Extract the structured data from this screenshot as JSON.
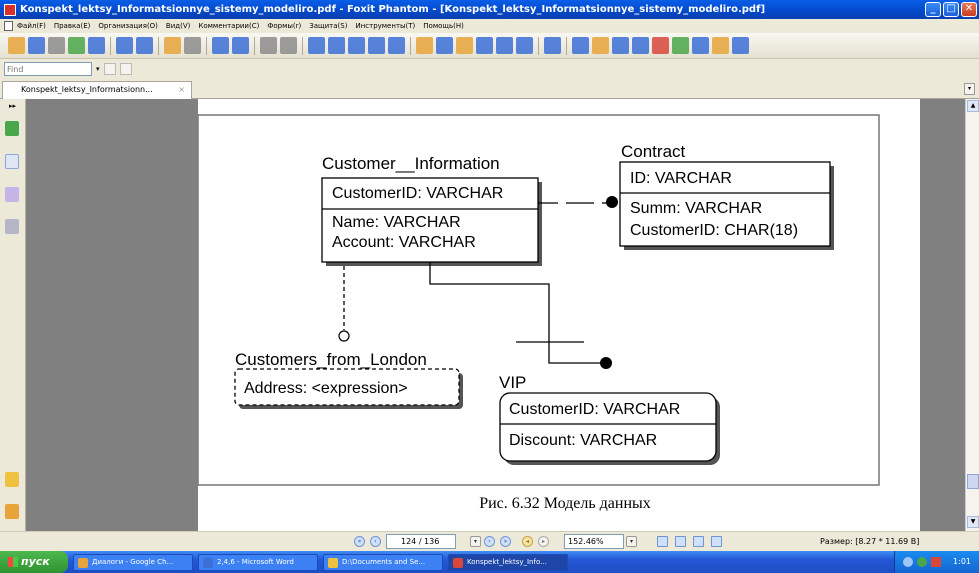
{
  "window": {
    "title": "Konspekt_lektsy_Informatsionnye_sistemy_modeliro.pdf - Foxit Phantom - [Konspekt_lektsy_Informatsionnye_sistemy_modeliro.pdf]",
    "controls": {
      "minimize": "_",
      "maximize": "□",
      "close": "✕"
    }
  },
  "menu": [
    "Файл(F)",
    "Правка(E)",
    "Организация(O)",
    "Вид(V)",
    "Комментарии(C)",
    "Формы(r)",
    "Защита(S)",
    "Инструменты(T)",
    "Помощь(H)"
  ],
  "toolbar": {
    "icons": [
      "open-icon",
      "save-icon",
      "print-icon",
      "email-icon",
      "scan-icon",
      "prev-page-icon",
      "next-page-icon",
      "back-icon",
      "forward-icon",
      "insert-page-icon",
      "extract-page-icon",
      "undo-icon",
      "redo-icon",
      "zoom-in-icon",
      "fit-page-icon",
      "fit-width-icon",
      "zoom-out-icon",
      "zoom-plus-icon",
      "hand-icon",
      "select-text-icon",
      "select-icon",
      "find-icon",
      "typewriter-icon",
      "snapshot-icon",
      "note-icon",
      "pencil-icon",
      "stamp-icon",
      "link-icon",
      "lock-icon",
      "edit-icon",
      "form-icon",
      "text-icon",
      "comment-icon",
      "arrow-icon"
    ],
    "colors": {
      "blue": "#3b6fd6",
      "orange": "#e8a33a",
      "green": "#4aa64a",
      "red": "#d8473a",
      "gray": "#8c8c8c"
    }
  },
  "find": {
    "placeholder": "Find"
  },
  "tab": {
    "label": "Konspekt_lektsy_Informatsionn...",
    "close": "×"
  },
  "diagram": {
    "entities": {
      "customer_info": {
        "name": "Customer__Information",
        "key": "CustomerID: VARCHAR",
        "attrs": [
          "Name: VARCHAR",
          "Account: VARCHAR"
        ]
      },
      "contract": {
        "name": "Contract",
        "key": "ID: VARCHAR",
        "attrs": [
          "Summ: VARCHAR",
          "CustomerID: CHAR(18)"
        ]
      },
      "london": {
        "name": "Customers_from_London",
        "attr": "Address: <expression>"
      },
      "vip": {
        "name": "VIP",
        "key": "CustomerID: VARCHAR",
        "attrs": [
          "Discount: VARCHAR"
        ]
      }
    },
    "caption": "Рис. 6.32 Модель данных"
  },
  "status": {
    "page": "124 / 136",
    "zoom": "152.46%",
    "size": "Размер: [8.27 * 11.69 B]"
  },
  "taskbar": {
    "start": "пуск",
    "items": [
      {
        "label": "Диалоги - Google Ch...",
        "color": "#e8a33a",
        "active": false
      },
      {
        "label": "2,4,6 - Microsoft Word",
        "color": "#3b6fd6",
        "active": false
      },
      {
        "label": "D:\\Documents and Se...",
        "color": "#f0c040",
        "active": false
      },
      {
        "label": "Konspekt_lektsy_Info...",
        "color": "#d8473a",
        "active": true
      }
    ],
    "clock": "1:01"
  }
}
